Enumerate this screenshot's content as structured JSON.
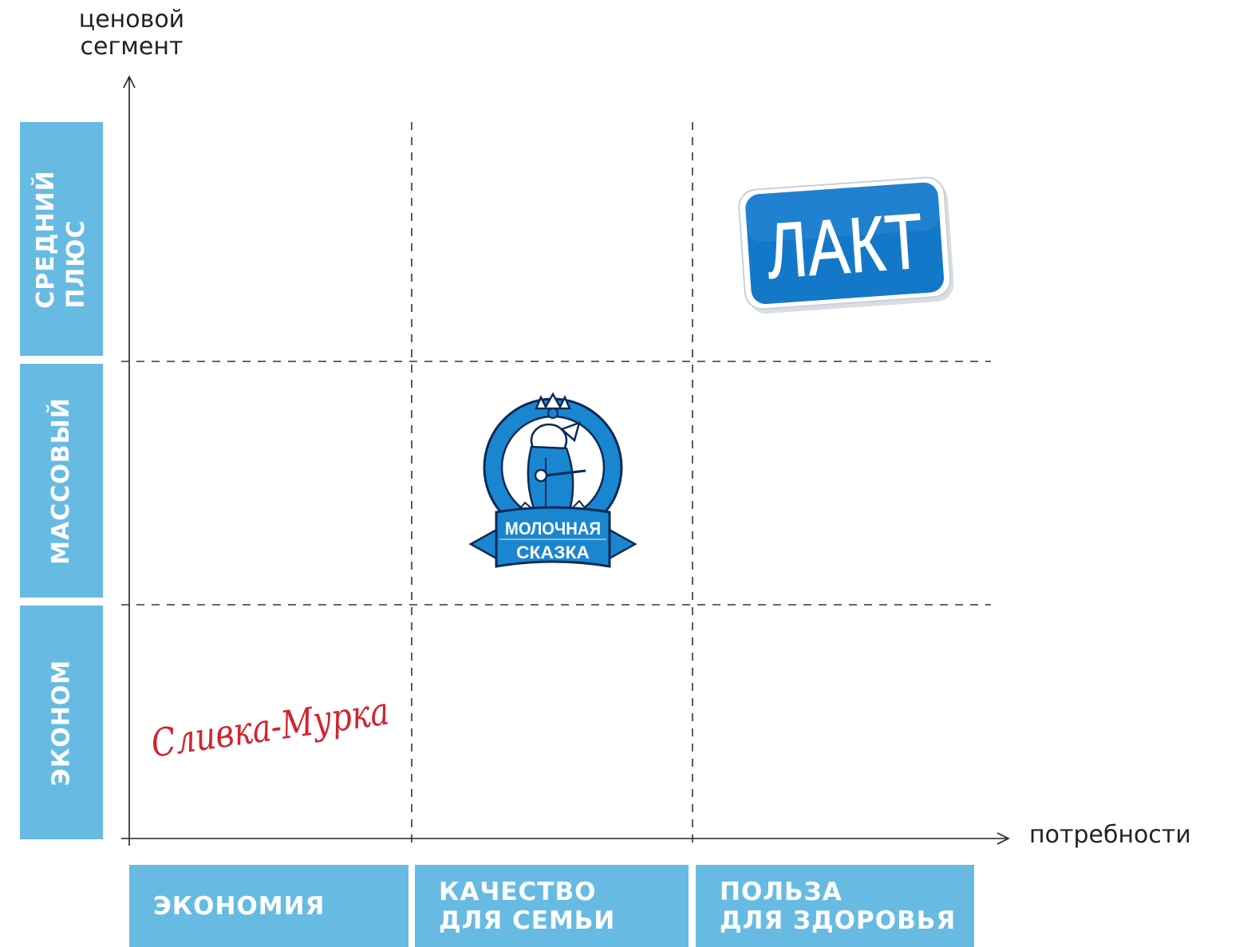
{
  "axes": {
    "y_title": "ценовой\nсегмент",
    "x_title": "потребности"
  },
  "price_segments": [
    {
      "id": "mid-plus",
      "lines": [
        "СРЕДНИЙ",
        "ПЛЮС"
      ]
    },
    {
      "id": "mass",
      "lines": [
        "МАССОВЫЙ"
      ]
    },
    {
      "id": "economy",
      "lines": [
        "ЭКОНОМ"
      ]
    }
  ],
  "needs": [
    {
      "id": "savings",
      "lines": [
        "ЭКОНОМИЯ"
      ]
    },
    {
      "id": "family",
      "lines": [
        "КАЧЕСТВО",
        "ДЛЯ СЕМЬИ"
      ]
    },
    {
      "id": "health",
      "lines": [
        "ПОЛЬЗА",
        "ДЛЯ ЗДОРОВЬЯ"
      ]
    }
  ],
  "brands": [
    {
      "id": "lakt",
      "name": "ЛАКТ",
      "need": "health",
      "segment": "mid-plus",
      "color": "#1478c8"
    },
    {
      "id": "molochnaya",
      "name": "МОЛОЧНАЯ СКАЗКА",
      "line1": "МОЛОЧНАЯ",
      "line2": "СКАЗКА",
      "need": "family",
      "segment": "mass",
      "color": "#1a86d0"
    },
    {
      "id": "slivka",
      "name": "Сливка-Мурка",
      "need": "savings",
      "segment": "economy",
      "color": "#d3232f"
    }
  ],
  "colors": {
    "segment_fill": "#67bbe2",
    "axis": "#222222",
    "grid_dash": "#333333"
  }
}
